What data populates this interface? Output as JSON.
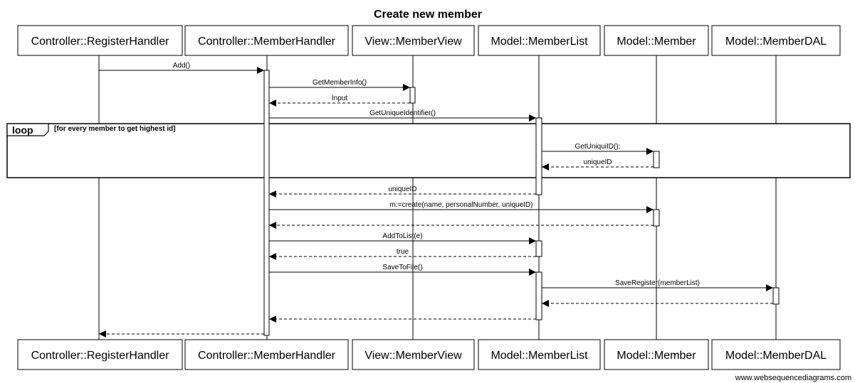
{
  "title": "Create new member",
  "watermark": "www.websequencediagrams.com",
  "participants": [
    "Controller::RegisterHandler",
    "Controller::MemberHandler",
    "View::MemberView",
    "Model::MemberList",
    "Model::Member",
    "Model::MemberDAL"
  ],
  "loop": {
    "label": "loop",
    "condition": "[for every member to get highest id]"
  },
  "messages": [
    {
      "from": 0,
      "to": 1,
      "label": "Add()",
      "style": "solid"
    },
    {
      "from": 1,
      "to": 2,
      "label": "GetMemberInfo()",
      "style": "solid"
    },
    {
      "from": 2,
      "to": 1,
      "label": "Input",
      "style": "dashed"
    },
    {
      "from": 1,
      "to": 3,
      "label": "GetUniqueIdentifier()",
      "style": "solid"
    },
    {
      "from": 3,
      "to": 4,
      "label": "GetUniquiID();",
      "style": "solid"
    },
    {
      "from": 4,
      "to": 3,
      "label": "uniqueID",
      "style": "dashed"
    },
    {
      "from": 3,
      "to": 1,
      "label": "uniqueID",
      "style": "dashed"
    },
    {
      "from": 1,
      "to": 4,
      "label": "m:=create(name, personalNumber, uniqueID)",
      "style": "solid"
    },
    {
      "from": 4,
      "to": 1,
      "label": "",
      "style": "dashed"
    },
    {
      "from": 1,
      "to": 3,
      "label": "AddToList(e)",
      "style": "solid"
    },
    {
      "from": 3,
      "to": 1,
      "label": "true",
      "style": "dashed"
    },
    {
      "from": 1,
      "to": 3,
      "label": "SaveToFile()",
      "style": "solid"
    },
    {
      "from": 3,
      "to": 5,
      "label": "SaveRegister(memberList)",
      "style": "solid"
    },
    {
      "from": 5,
      "to": 3,
      "label": "",
      "style": "dashed"
    },
    {
      "from": 3,
      "to": 1,
      "label": "",
      "style": "dashed"
    },
    {
      "from": 1,
      "to": 0,
      "label": "",
      "style": "dashed"
    }
  ]
}
